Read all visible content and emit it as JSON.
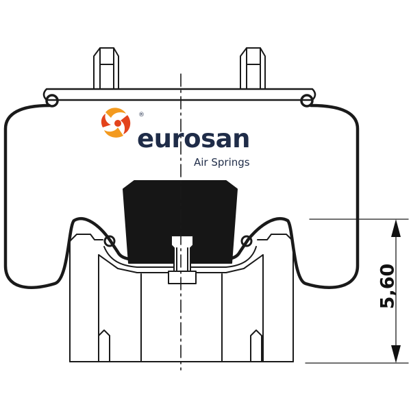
{
  "logo": {
    "brand": "eurosan",
    "tagline": "Air Springs",
    "registered_mark": "®",
    "emblem_icon": "flame-swirl-icon",
    "colors": {
      "brand_text": "#1f2c48",
      "tagline_text": "#1f2c48",
      "emblem_orange": "#f39a1f",
      "emblem_red": "#e3431c"
    }
  },
  "dimension": {
    "label": "5,60"
  },
  "colors": {
    "line": "#1a1a1a",
    "piston_fill": "#161616",
    "background": "#ffffff"
  }
}
